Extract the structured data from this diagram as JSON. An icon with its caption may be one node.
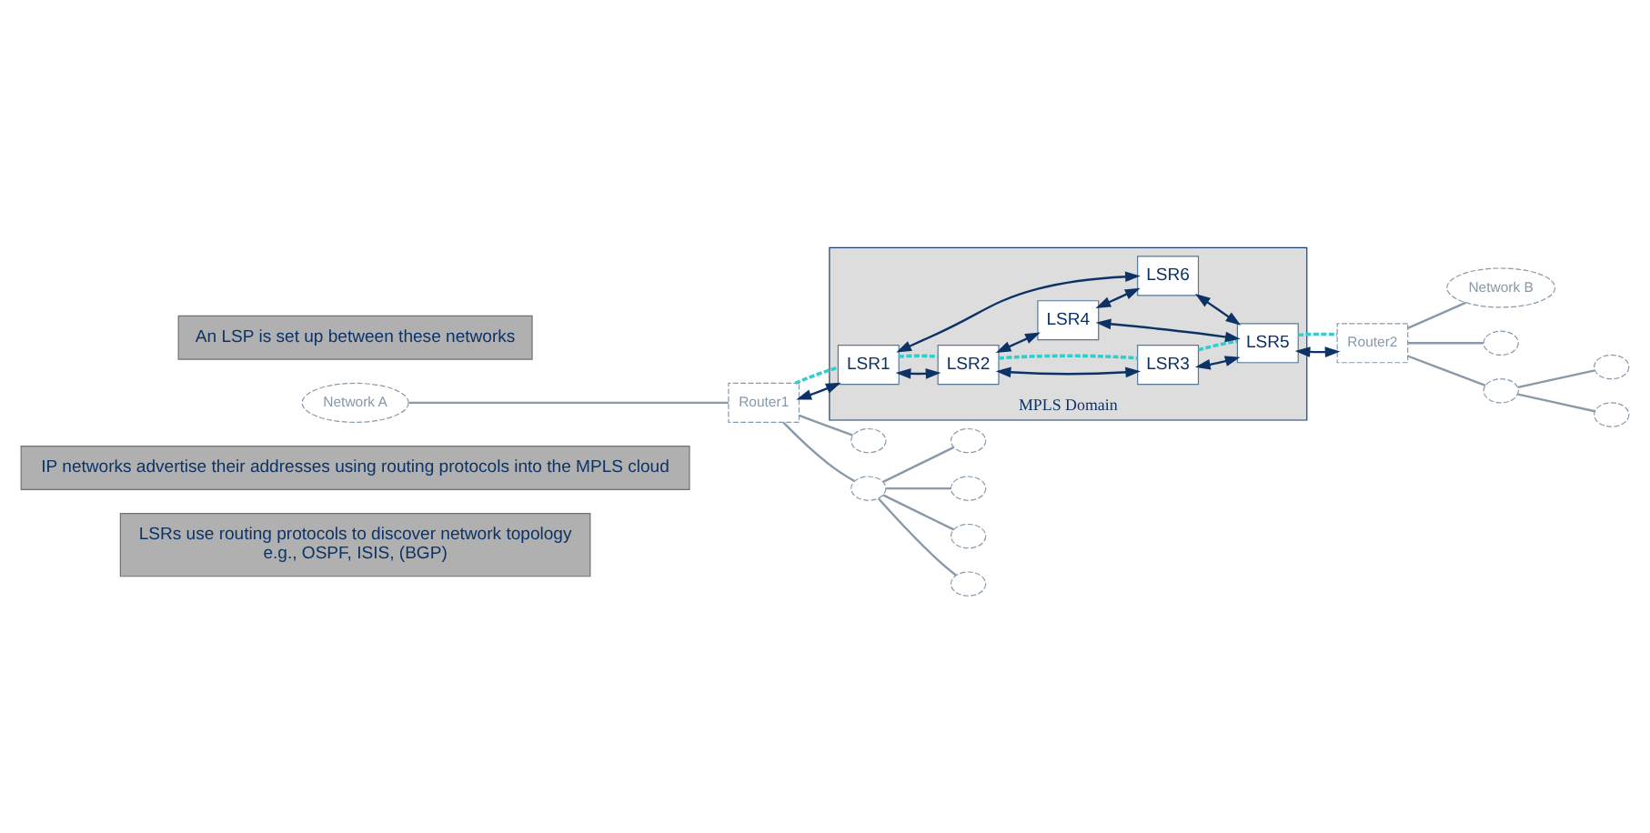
{
  "diagram": {
    "nodes": [
      {
        "text": [
          "LSRs use routing protocols to discover network topology",
          "e.g., OSPF, ISIS, (BGP)"
        ]
      },
      {
        "text": [
          "IP networks advertise their addresses using routing protocols into the MPLS cloud"
        ]
      },
      {
        "text": [
          "Network A"
        ]
      },
      {
        "text": [
          "Router1"
        ]
      },
      {
        "text": [
          "Router2"
        ]
      },
      {
        "text": [
          "Network B"
        ]
      },
      {
        "text": [
          "MPLS Domain"
        ]
      },
      {
        "text": [
          "LSR1"
        ],
        "in": 6
      },
      {
        "text": [
          "LSR2"
        ],
        "in": 6
      },
      {
        "text": [
          "LSR3"
        ],
        "in": 6
      },
      {
        "text": [
          "LSR4"
        ],
        "in": 6
      },
      {
        "text": [
          "LSR5"
        ],
        "in": 6
      },
      {
        "text": [
          "LSR6"
        ],
        "in": 6
      },
      {
        "text": [
          "An LSP is set up between these networks"
        ]
      },
      {
        "text": [],
        "shape": "cloud"
      },
      {
        "text": [],
        "shape": "cloud"
      },
      {
        "text": [],
        "shape": "cloud"
      },
      {
        "text": [],
        "shape": "cloud"
      },
      {
        "text": [],
        "shape": "cloud"
      },
      {
        "text": [],
        "shape": "cloud"
      },
      {
        "text": [],
        "shape": "cloud"
      },
      {
        "text": [],
        "shape": "cloud"
      },
      {
        "text": [],
        "shape": "cloud"
      },
      {
        "text": [],
        "shape": "cloud"
      }
    ],
    "edges": [
      {
        "from": 2,
        "to": 3,
        "arrow": "none",
        "color": "#8899aa"
      },
      {
        "from": 3,
        "to": 14,
        "arrow": "none",
        "color": "#8899aa"
      },
      {
        "from": 3,
        "to": 15,
        "arrow": "none",
        "color": "#8899aa"
      },
      {
        "from": 15,
        "to": 16,
        "arrow": "none",
        "color": "#8899aa"
      },
      {
        "from": 15,
        "to": 17,
        "arrow": "none",
        "color": "#8899aa"
      },
      {
        "from": 15,
        "to": 18,
        "arrow": "none",
        "color": "#8899aa"
      },
      {
        "from": 15,
        "to": 19,
        "arrow": "none",
        "color": "#8899aa"
      },
      {
        "from": 3,
        "to": 7,
        "arrow": "both",
        "color": "#0d3366"
      },
      {
        "from": 7,
        "to": 8,
        "arrow": "both",
        "color": "#0d3366"
      },
      {
        "from": 8,
        "to": 9,
        "arrow": "both",
        "color": "#0d3366"
      },
      {
        "from": 8,
        "to": 10,
        "arrow": "both",
        "color": "#0d3366"
      },
      {
        "from": 9,
        "to": 11,
        "arrow": "both",
        "color": "#0d3366"
      },
      {
        "from": 10,
        "to": 11,
        "arrow": "both",
        "color": "#0d3366"
      },
      {
        "from": 10,
        "to": 12,
        "arrow": "both",
        "color": "#0d3366"
      },
      {
        "from": 7,
        "to": 12,
        "arrow": "both",
        "color": "#0d3366"
      },
      {
        "from": 12,
        "to": 11,
        "arrow": "both",
        "color": "#0d3366"
      },
      {
        "from": 11,
        "to": 4,
        "arrow": "both",
        "color": "#0d3366"
      },
      {
        "from": 3,
        "to": 7,
        "arrow": "none",
        "style": "dashed",
        "color": "#33cccc"
      },
      {
        "from": 7,
        "to": 8,
        "arrow": "none",
        "style": "dashed",
        "color": "#33cccc"
      },
      {
        "from": 8,
        "to": 9,
        "arrow": "none",
        "style": "dashed",
        "color": "#33cccc"
      },
      {
        "from": 9,
        "to": 11,
        "arrow": "none",
        "style": "dashed",
        "color": "#33cccc"
      },
      {
        "from": 11,
        "to": 4,
        "arrow": "none",
        "style": "dashed",
        "color": "#33cccc"
      },
      {
        "from": 4,
        "to": 20,
        "arrow": "none",
        "color": "#8899aa"
      },
      {
        "from": 4,
        "to": 21,
        "arrow": "none",
        "color": "#8899aa"
      },
      {
        "from": 21,
        "to": 22,
        "arrow": "none",
        "color": "#8899aa"
      },
      {
        "from": 21,
        "to": 23,
        "arrow": "none",
        "color": "#8899aa"
      },
      {
        "from": 4,
        "to": 5,
        "arrow": "none",
        "color": "#8899aa"
      }
    ]
  }
}
